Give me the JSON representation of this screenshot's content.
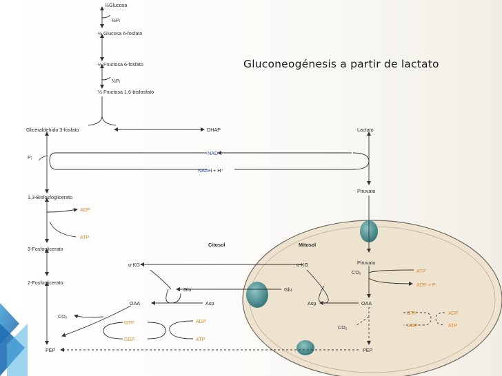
{
  "title": "Gluconeogénesis a partir de lactato",
  "compartments": {
    "cytosol": "Citosol",
    "mitosol": "Mitosol"
  },
  "labels": {
    "half_glucose": "½Glucosa",
    "half_pi_1": "½Pᵢ",
    "half_glucose6p": "½ Glucosa 6-fosfato",
    "half_fructose6p": "½ Fructosa 6-fosfato",
    "half_pi_2": "½Pᵢ",
    "half_fructose16bp": "½ Fructosa 1,6-bisfosfato",
    "gap": "Gliceraldehído 3-fosfato",
    "dhap": "DHAP",
    "lactate": "Lactato",
    "pi": "Pᵢ",
    "nad": "NAD⁺",
    "nadh": "NADH",
    "h_plus": "+ H⁺",
    "bpg13": "1,3-Bisfosfoglicerato",
    "adp_1": "ADP",
    "atp_1": "ATP",
    "pg3": "3-Fosfoglicerato",
    "pyruvate_cyt": "Piruvato",
    "pg2": "2-Fosfoglicerato",
    "akg_cyt": "α-KG",
    "akg_mit": "α-KG",
    "pyruvate_mit": "Piruvato",
    "co2_mit1": "CO₂",
    "atp_mit": "ATP",
    "adp_pi_mit": "ADP + Pᵢ",
    "glu_cyt": "Glu",
    "glu_mit": "Glu",
    "oaa_cyt": "OAA",
    "asp_cyt": "Asp",
    "asp_mit": "Asp",
    "oaa_mit": "OAA",
    "co2_cyt": "CO₂",
    "gtp_cyt": "GTP",
    "adp_cyt": "ADP",
    "gtp_mit": "GTP",
    "adp_mit2": "ADP",
    "co2_mit2": "CO₂",
    "gdp_mit": "GDP",
    "atp_mit2": "ATP",
    "gdp_cyt": "GDP",
    "atp_cyt2": "ATP",
    "pep_cyt": "PEP",
    "pep_mit": "PEP"
  },
  "colors": {
    "cofactor": "#e58a2a",
    "redox": "#2a55b8",
    "mito_fill": "#eee3cf",
    "transporter": "#3f8a8c"
  }
}
